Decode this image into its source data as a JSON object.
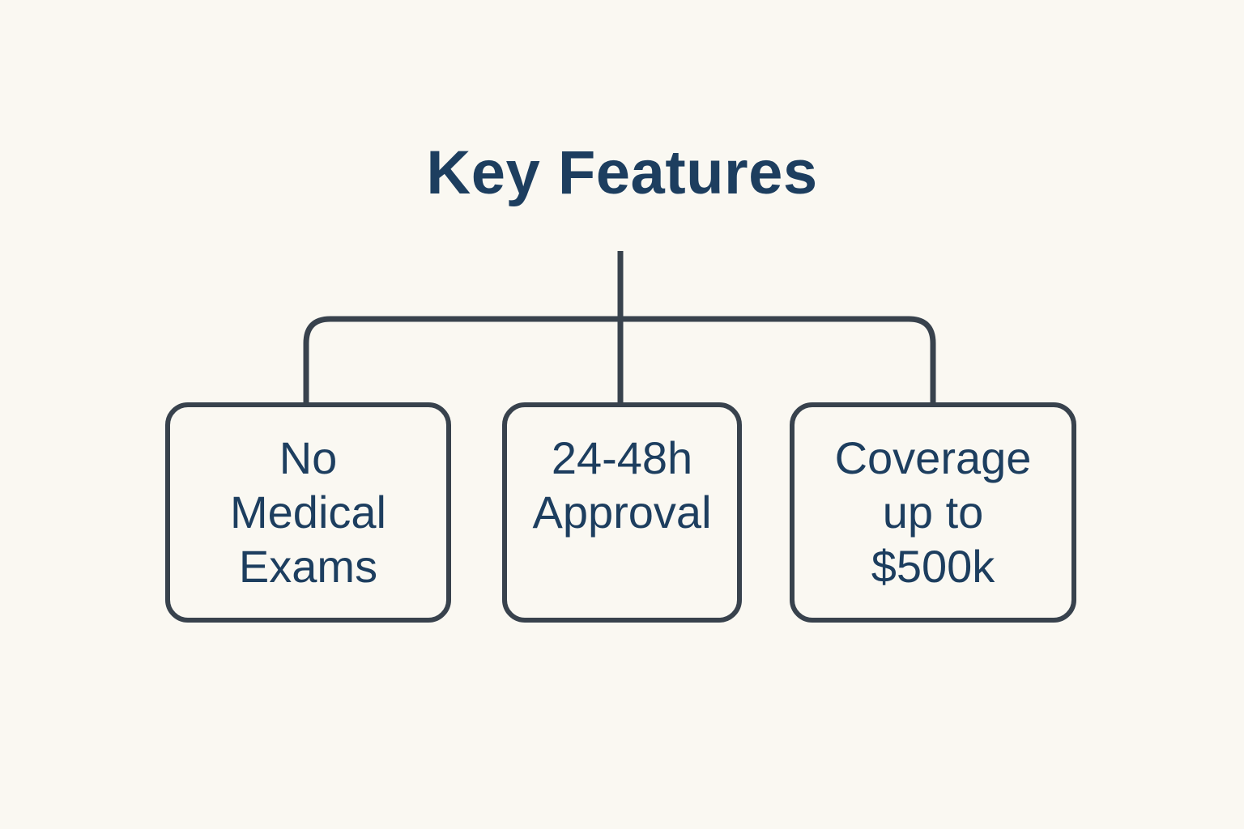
{
  "title": "Key Features",
  "colors": {
    "background": "#faf8f2",
    "connector": "#38424d",
    "node_border": "#38424d",
    "text": "#1d3e5f"
  },
  "nodes": [
    {
      "id": "no-medical-exams",
      "lines": [
        "No",
        "Medical",
        "Exams"
      ]
    },
    {
      "id": "approval-time",
      "lines": [
        "24-48h",
        "Approval"
      ]
    },
    {
      "id": "coverage-limit",
      "lines": [
        "Coverage",
        "up to",
        "$500k"
      ]
    }
  ]
}
